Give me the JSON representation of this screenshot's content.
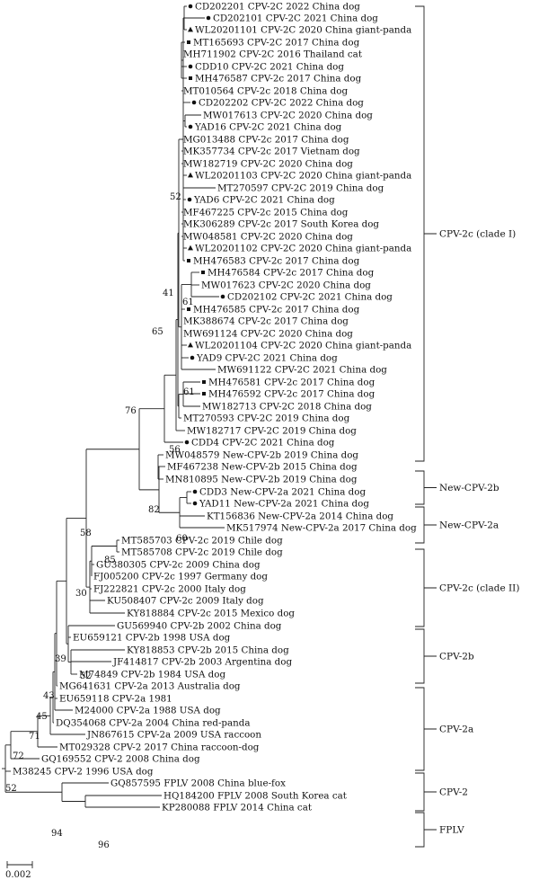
{
  "tips": [
    {
      "label": "CD202201 CPV-2C 2022 China dog",
      "marker": "circle"
    },
    {
      "label": "CD202101 CPV-2C 2021 China dog",
      "marker": "circle"
    },
    {
      "label": "WL20201101 CPV-2C 2020 China giant-panda",
      "marker": "triangle"
    },
    {
      "label": "MT165693 CPV-2C 2017 China dog",
      "marker": "square"
    },
    {
      "label": "MH711902 CPV-2C 2016 Thailand cat",
      "marker": ""
    },
    {
      "label": "CDD10 CPV-2C 2021 China dog",
      "marker": "circle"
    },
    {
      "label": "MH476587 CPV-2c 2017 China dog",
      "marker": "square"
    },
    {
      "label": "MT010564 CPV-2c 2018 China dog",
      "marker": ""
    },
    {
      "label": "CD202202 CPV-2C 2022 China dog",
      "marker": "circle"
    },
    {
      "label": "MW017613 CPV-2C 2020 China dog",
      "marker": ""
    },
    {
      "label": "YAD16 CPV-2C 2021 China dog",
      "marker": "circle"
    },
    {
      "label": "MG013488 CPV-2c 2017 China dog",
      "marker": ""
    },
    {
      "label": "MK357734 CPV-2c 2017 Vietnam dog",
      "marker": ""
    },
    {
      "label": "MW182719 CPV-2C 2020 China dog",
      "marker": ""
    },
    {
      "label": "WL20201103 CPV-2C 2020 China giant-panda",
      "marker": "triangle"
    },
    {
      "label": "MT270597 CPV-2C 2019 China dog",
      "marker": ""
    },
    {
      "label": "YAD6 CPV-2C 2021 China dog",
      "marker": "circle"
    },
    {
      "label": "MF467225 CPV-2c 2015 China dog",
      "marker": ""
    },
    {
      "label": "MK306289 CPV-2c 2017 South Korea dog",
      "marker": ""
    },
    {
      "label": "MW048581 CPV-2C 2020 China dog",
      "marker": ""
    },
    {
      "label": "WL20201102 CPV-2C 2020 China giant-panda",
      "marker": "triangle"
    },
    {
      "label": "MH476583 CPV-2c 2017 China dog",
      "marker": "square"
    },
    {
      "label": "MH476584 CPV-2c 2017 China dog",
      "marker": "square"
    },
    {
      "label": "MW017623 CPV-2C 2020 China dog",
      "marker": ""
    },
    {
      "label": "CD202102 CPV-2C 2021 China dog",
      "marker": "circle"
    },
    {
      "label": "MH476585 CPV-2c 2017 China dog",
      "marker": "square"
    },
    {
      "label": "MK388674 CPV-2c 2017 China dog",
      "marker": ""
    },
    {
      "label": "MW691124 CPV-2C 2020 China dog",
      "marker": ""
    },
    {
      "label": "WL20201104 CPV-2C 2020 China giant-panda",
      "marker": "triangle"
    },
    {
      "label": "YAD9 CPV-2C 2021 China dog",
      "marker": "circle"
    },
    {
      "label": "MW691122 CPV-2C 2021 China dog",
      "marker": ""
    },
    {
      "label": "MH476581 CPV-2c 2017 China dog",
      "marker": "square"
    },
    {
      "label": "MH476592 CPV-2c 2017 China dog",
      "marker": "square"
    },
    {
      "label": "MW182713 CPV-2C 2018 China dog",
      "marker": ""
    },
    {
      "label": "MT270593 CPV-2C 2019 China dog",
      "marker": ""
    },
    {
      "label": "MW182717 CPV-2C 2019 China dog",
      "marker": ""
    },
    {
      "label": "CDD4 CPV-2C 2021 China dog",
      "marker": "circle"
    },
    {
      "label": "MW048579 New-CPV-2b 2019 China dog",
      "marker": ""
    },
    {
      "label": "MF467238 New-CPV-2b 2015 China dog",
      "marker": ""
    },
    {
      "label": "MN810895 New-CPV-2b 2019 China dog",
      "marker": ""
    },
    {
      "label": "CDD3 New-CPV-2a 2021 China dog",
      "marker": "circle"
    },
    {
      "label": "YAD11 New-CPV-2a 2021 China dog",
      "marker": "circle"
    },
    {
      "label": "KT156836 New-CPV-2a 2014 China dog",
      "marker": ""
    },
    {
      "label": "MK517974 New-CPV-2a 2017 China dog",
      "marker": ""
    },
    {
      "label": "MT585703 CPV-2c 2019 Chile dog",
      "marker": ""
    },
    {
      "label": "MT585708 CPV-2c 2019 Chile dog",
      "marker": ""
    },
    {
      "label": "GU380305 CPV-2c 2009 China dog",
      "marker": ""
    },
    {
      "label": "FJ005200 CPV-2c 1997 Germany dog",
      "marker": ""
    },
    {
      "label": "FJ222821 CPV-2c 2000 Italy dog",
      "marker": ""
    },
    {
      "label": "KU508407 CPV-2c 2009 Italy dog",
      "marker": ""
    },
    {
      "label": "KY818884 CPV-2c 2015 Mexico dog",
      "marker": ""
    },
    {
      "label": "GU569940 CPV-2b 2002 China dog",
      "marker": ""
    },
    {
      "label": "EU659121 CPV-2b 1998 USA dog",
      "marker": ""
    },
    {
      "label": "KY818853 CPV-2b 2015 China dog",
      "marker": ""
    },
    {
      "label": "JF414817 CPV-2b 2003 Argentina dog",
      "marker": ""
    },
    {
      "label": "M74849 CPV-2b 1984 USA dog",
      "marker": ""
    },
    {
      "label": "MG641631 CPV-2a 2013 Australia dog",
      "marker": ""
    },
    {
      "label": "EU659118 CPV-2a 1981",
      "marker": ""
    },
    {
      "label": "M24000 CPV-2a 1988 USA dog",
      "marker": ""
    },
    {
      "label": "DQ354068 CPV-2a 2004 China red-panda",
      "marker": ""
    },
    {
      "label": "JN867615 CPV-2a 2009 USA raccoon",
      "marker": ""
    },
    {
      "label": "MT029328 CPV-2 2017 China raccoon-dog",
      "marker": ""
    },
    {
      "label": "GQ169552 CPV-2 2008 China dog",
      "marker": ""
    },
    {
      "label": "M38245 CPV-2 1996 USA dog",
      "marker": ""
    },
    {
      "label": "GQ857595 FPLV 2008 China blue-fox",
      "marker": ""
    },
    {
      "label": "HQ184200 FPLV 2008 South Korea cat",
      "marker": ""
    },
    {
      "label": "KP280088 FPLV 2014 China cat",
      "marker": ""
    }
  ],
  "bootstrap": [
    "52",
    "41",
    "65",
    "61",
    "61",
    "56",
    "76",
    "58",
    "82",
    "60",
    "85",
    "30",
    "39",
    "52",
    "43",
    "45",
    "71",
    "72",
    "52",
    "94",
    "96"
  ],
  "clades": [
    "CPV-2c (clade I)",
    "New-CPV-2b",
    "New-CPV-2a",
    "CPV-2c (clade II)",
    "CPV-2b",
    "CPV-2a",
    "CPV-2",
    "FPLV"
  ],
  "scale_label": "0.002"
}
